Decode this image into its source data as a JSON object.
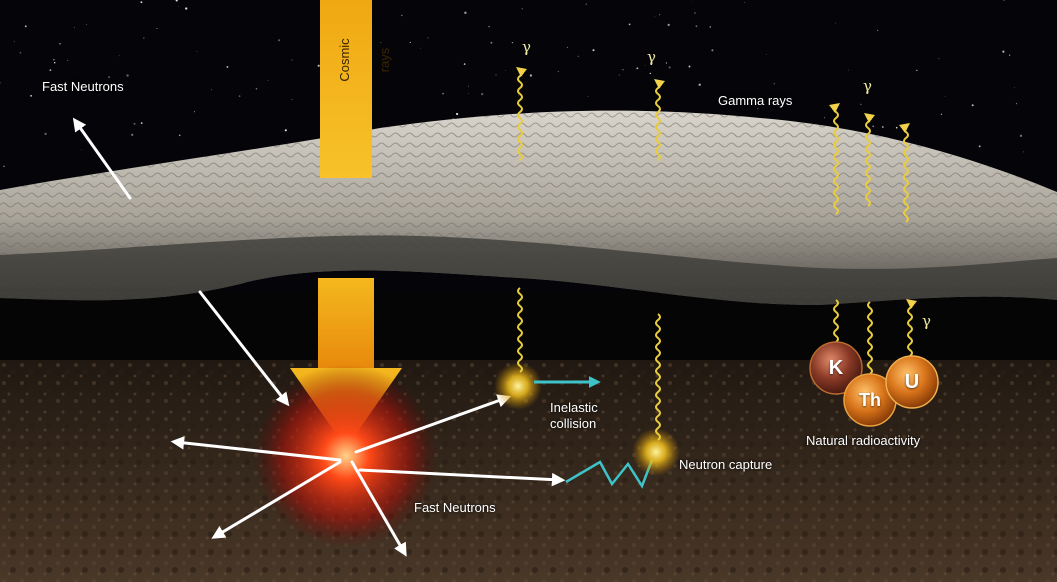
{
  "labels": {
    "fast_neutrons_top": "Fast Neutrons",
    "cosmic_rays": "Cosmic rays",
    "gamma_rays": "Gamma rays",
    "inelastic_collision_line1": "Inelastic",
    "inelastic_collision_line2": "collision",
    "neutron_capture": "Neutron capture",
    "fast_neutrons_bottom": "Fast Neutrons",
    "natural_radioactivity": "Natural radioactivity"
  },
  "gamma_symbol": "γ",
  "elements": [
    "K",
    "Th",
    "U"
  ],
  "colors": {
    "cosmic_ray": "#f2b418",
    "gamma_wave": "#e9cc3c",
    "collision_glow": "#ff2a10",
    "neutron_arrow": "#ffffff",
    "teal_arrow": "#3ec3c9",
    "element_ball": "#d4781a",
    "soil": "#3b2b1f",
    "regolith": "#b9b4ab",
    "space": "#050509"
  }
}
